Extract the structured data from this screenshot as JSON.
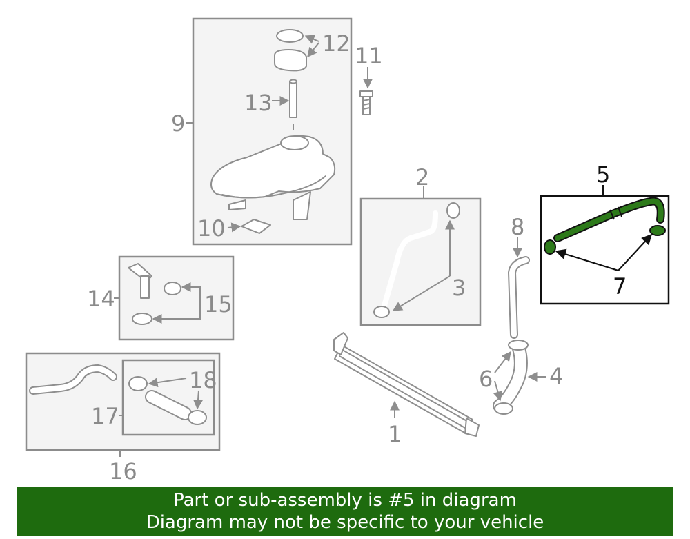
{
  "callouts": {
    "c1": "1",
    "c2": "2",
    "c3": "3",
    "c4": "4",
    "c5": "5",
    "c6": "6",
    "c7": "7",
    "c8": "8",
    "c9": "9",
    "c10": "10",
    "c11": "11",
    "c12": "12",
    "c13": "13",
    "c14": "14",
    "c15": "15",
    "c16": "16",
    "c17": "17",
    "c18": "18"
  },
  "banner": {
    "line1": "Part or sub-assembly is #5 in diagram",
    "line2": "Diagram may not be specific to your vehicle"
  },
  "colors": {
    "highlight_part": "#2d7a1a",
    "banner_background": "#1e6b0e",
    "banner_text": "#ffffff",
    "part_stroke": "#8e8e8e"
  }
}
